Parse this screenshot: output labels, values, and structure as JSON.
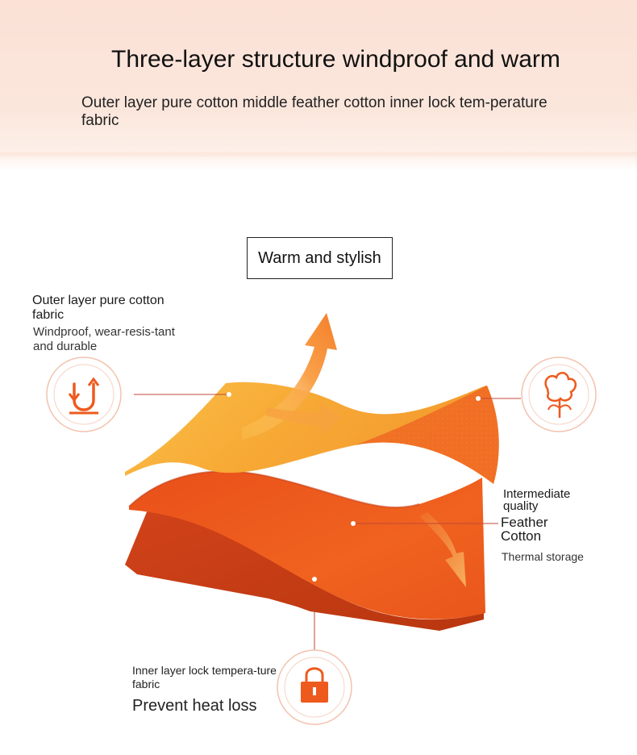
{
  "header": {
    "title": "Three-layer structure windproof and warm",
    "subtitle": "Outer layer pure cotton middle feather cotton inner lock tem-perature fabric"
  },
  "tagline": "Warm and stylish",
  "layers": {
    "outer": {
      "title": "Outer layer pure cotton fabric",
      "description": "Windproof, wear-resis-tant and durable",
      "icon": "wind-shield-icon"
    },
    "middle": {
      "quality": "Intermediate quality",
      "title": "Feather Cotton",
      "description": "Thermal storage",
      "icon": "cotton-flower-icon"
    },
    "inner": {
      "title": "Inner layer lock tempera-ture fabric",
      "description": "Prevent heat loss",
      "icon": "lock-icon"
    }
  },
  "colors": {
    "accent": "#f0561e",
    "ring": "#f3b39a",
    "outer_fabric": "#f7b13a",
    "middle_fabric": "#ee5a17",
    "inner_fabric": "#d9461a",
    "banner": "#fbe1d6"
  }
}
